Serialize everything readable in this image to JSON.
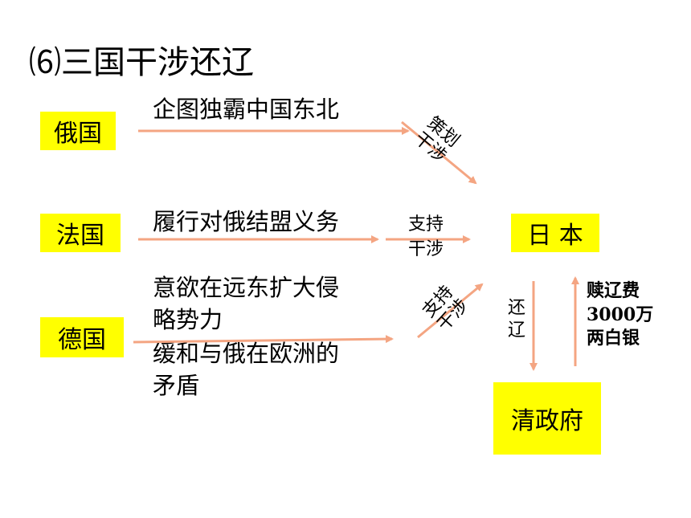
{
  "title": "⑹三国干涉还辽",
  "countries": {
    "russia": "俄国",
    "france": "法国",
    "germany": "德国"
  },
  "reasons": {
    "russia": "企图独霸中国东北",
    "france": "履行对俄结盟义务",
    "germany_line1": "意欲在远东扩大侵",
    "germany_line2": "略势力",
    "germany_line3": "缓和与俄在欧洲的",
    "germany_line4": "矛盾"
  },
  "actions": {
    "russia_line1": "策划",
    "russia_line2": "干涉",
    "france_line1": "支持",
    "france_line2": "干涉",
    "germany_line1": "支持",
    "germany_line2": "干涉"
  },
  "targets": {
    "japan": "日 本",
    "qing": "清政府"
  },
  "flows": {
    "return_line1": "还",
    "return_line2": "辽",
    "ransom_line1": "赎辽费",
    "ransom_line2": "3000万",
    "ransom_line3": "两白银"
  },
  "colors": {
    "box_fill": "#ffff00",
    "arrow": "#f4a582"
  }
}
